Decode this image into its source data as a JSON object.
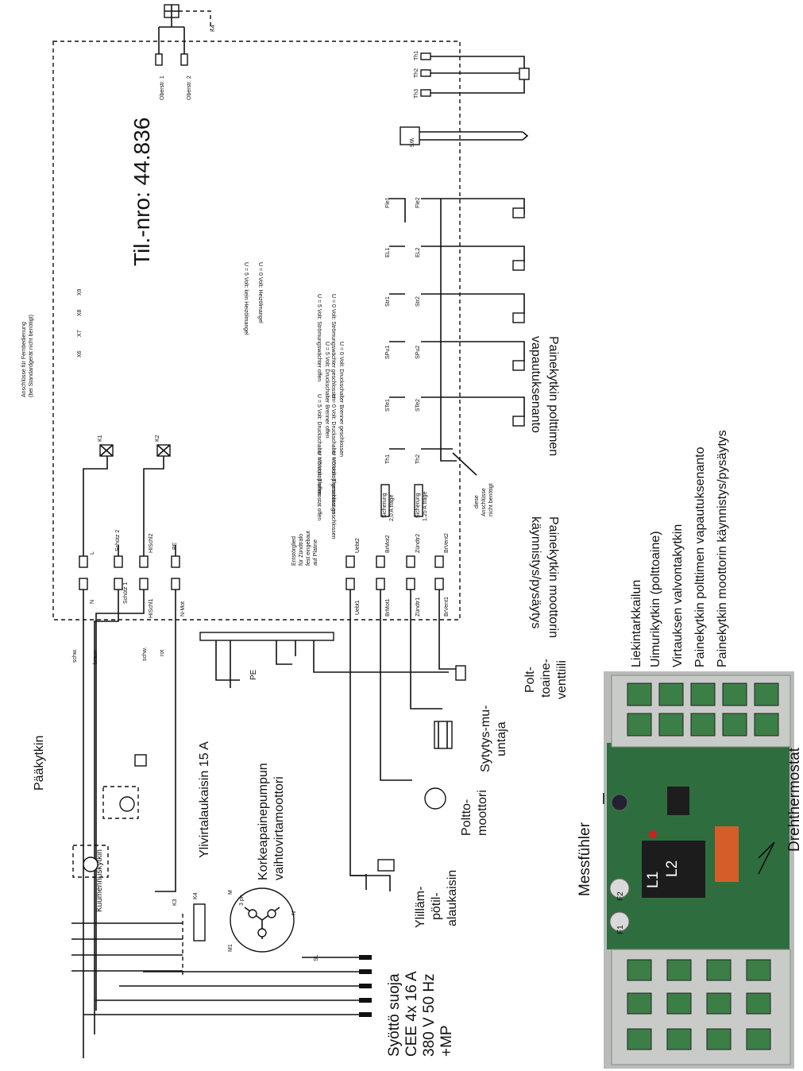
{
  "order_number": "Til.-nro: 44.836",
  "main_switch": "Pääkytkin",
  "supply": [
    "Syöttö suoja",
    "CEE 4x 16 A",
    "380 V 50 Hz",
    "+MP"
  ],
  "hot_water_switch": "Kuumennuskytkin",
  "overcurrent_switch": "Ylivirtalaukaisin 15 A",
  "hp_pump_motor": [
    "Korkeapainepumpun",
    "vaihtovirtamoottori"
  ],
  "overtemp_switch": [
    "Ylilläm-",
    "pötil-",
    "alaukaisin"
  ],
  "burner_motor": [
    "Poltto-",
    "moottori"
  ],
  "ignition": [
    "Sytytys-mu-",
    "untaja"
  ],
  "fuel_valve": [
    "Polt-",
    "toaine-",
    "venttiili"
  ],
  "pressure_switch_motor": [
    "Painekytkin moottorin",
    "käynnistys/pysäytys"
  ],
  "pressure_switch_burner": [
    "Painekytkin polttimen",
    "vapautuksenanto"
  ],
  "legend": [
    "Liekintarkkailun",
    "Uimurikytkin (polttoaine)",
    "Virtauksen valvontakytkin",
    "Painekytkin polttimen vapautuksenanto",
    "Painekytkin moottorin käynnistys/pysäytys"
  ],
  "board_labels": {
    "messfuehler": "Messfühler",
    "drehthermostat": "Drehthermostat",
    "l1": "L1",
    "l2": "L2",
    "f1": "F1",
    "f2": "F2"
  },
  "remote_note": [
    "Anschlüsse für Fernbedienung",
    "(bei Standardgerät nicht benötigt)"
  ],
  "unused_note": [
    "diese",
    "Anschlüsse",
    "nicht benötigt"
  ],
  "de_notes": {
    "th_open": "U = 5 Volt: Thermostat offen",
    "th_closed": "U = 0 Volt: Thermostat geschlossen",
    "st_open": "U = 5 Volt: Druckschalter Motorstop offen",
    "st_closed": "U = 0 Volt: Druckschalter Motorstop geschlossen",
    "spu_open": "U = 5 Volt: Druckschalter Brenner offen",
    "spu_closed": "U = 0 Volt: Druckschalter Brenner geschlossen",
    "str_open": "U = 5 Volt: Strömungswächter offen",
    "str_closed": "U = 0 Volt: Strömungswächter geschlossen",
    "el_none": "U = 5 Volt: kein Heizölmangel",
    "el_yes": "U = 0 Volt: Heizölmangel",
    "entstoer": [
      "Entstörglied",
      "für Zündtrafo",
      "fest eingebaut",
      "auf Platine"
    ],
    "fuse1": [
      "Sicherung",
      "2,0 A träge"
    ],
    "fuse2": [
      "Sicherung",
      "1,25 A träge"
    ]
  },
  "terminals_left": [
    "N",
    "Schütz 1",
    "HISchl1",
    "N-Mot",
    "Uebt1",
    "BrMot1",
    "Zündtr1",
    "BrVent1"
  ],
  "terminals_right": [
    "L",
    "Schütz 2",
    "HISchl2",
    "PE",
    "Uebt2",
    "BrMot2",
    "Zündtr2",
    "BrVent2"
  ],
  "wire_colors": [
    "schw.",
    "braun",
    "schw.",
    "rot"
  ],
  "misc": {
    "oberstr1": "Oberstr. 1",
    "oberstr2": "Oberstr. 2",
    "k1": "K1",
    "k2": "K2",
    "k3": "K3",
    "k4": "K4",
    "m": "M",
    "m1": "M1",
    "three_ph": "3 ph",
    "n": "N",
    "pe": "PE",
    "sl": "SL",
    "ws": "WS",
    "sensors": [
      "Th1",
      "Th2",
      "Th3"
    ],
    "ports": [
      "X6",
      "X7",
      "X8",
      "X9"
    ],
    "pins": [
      "Th1",
      "Th2",
      "STe1",
      "STe2",
      "SPu1",
      "SPu2",
      "Str1",
      "Str2",
      "EL1",
      "EL2",
      "Fle1",
      "Fle2"
    ]
  }
}
